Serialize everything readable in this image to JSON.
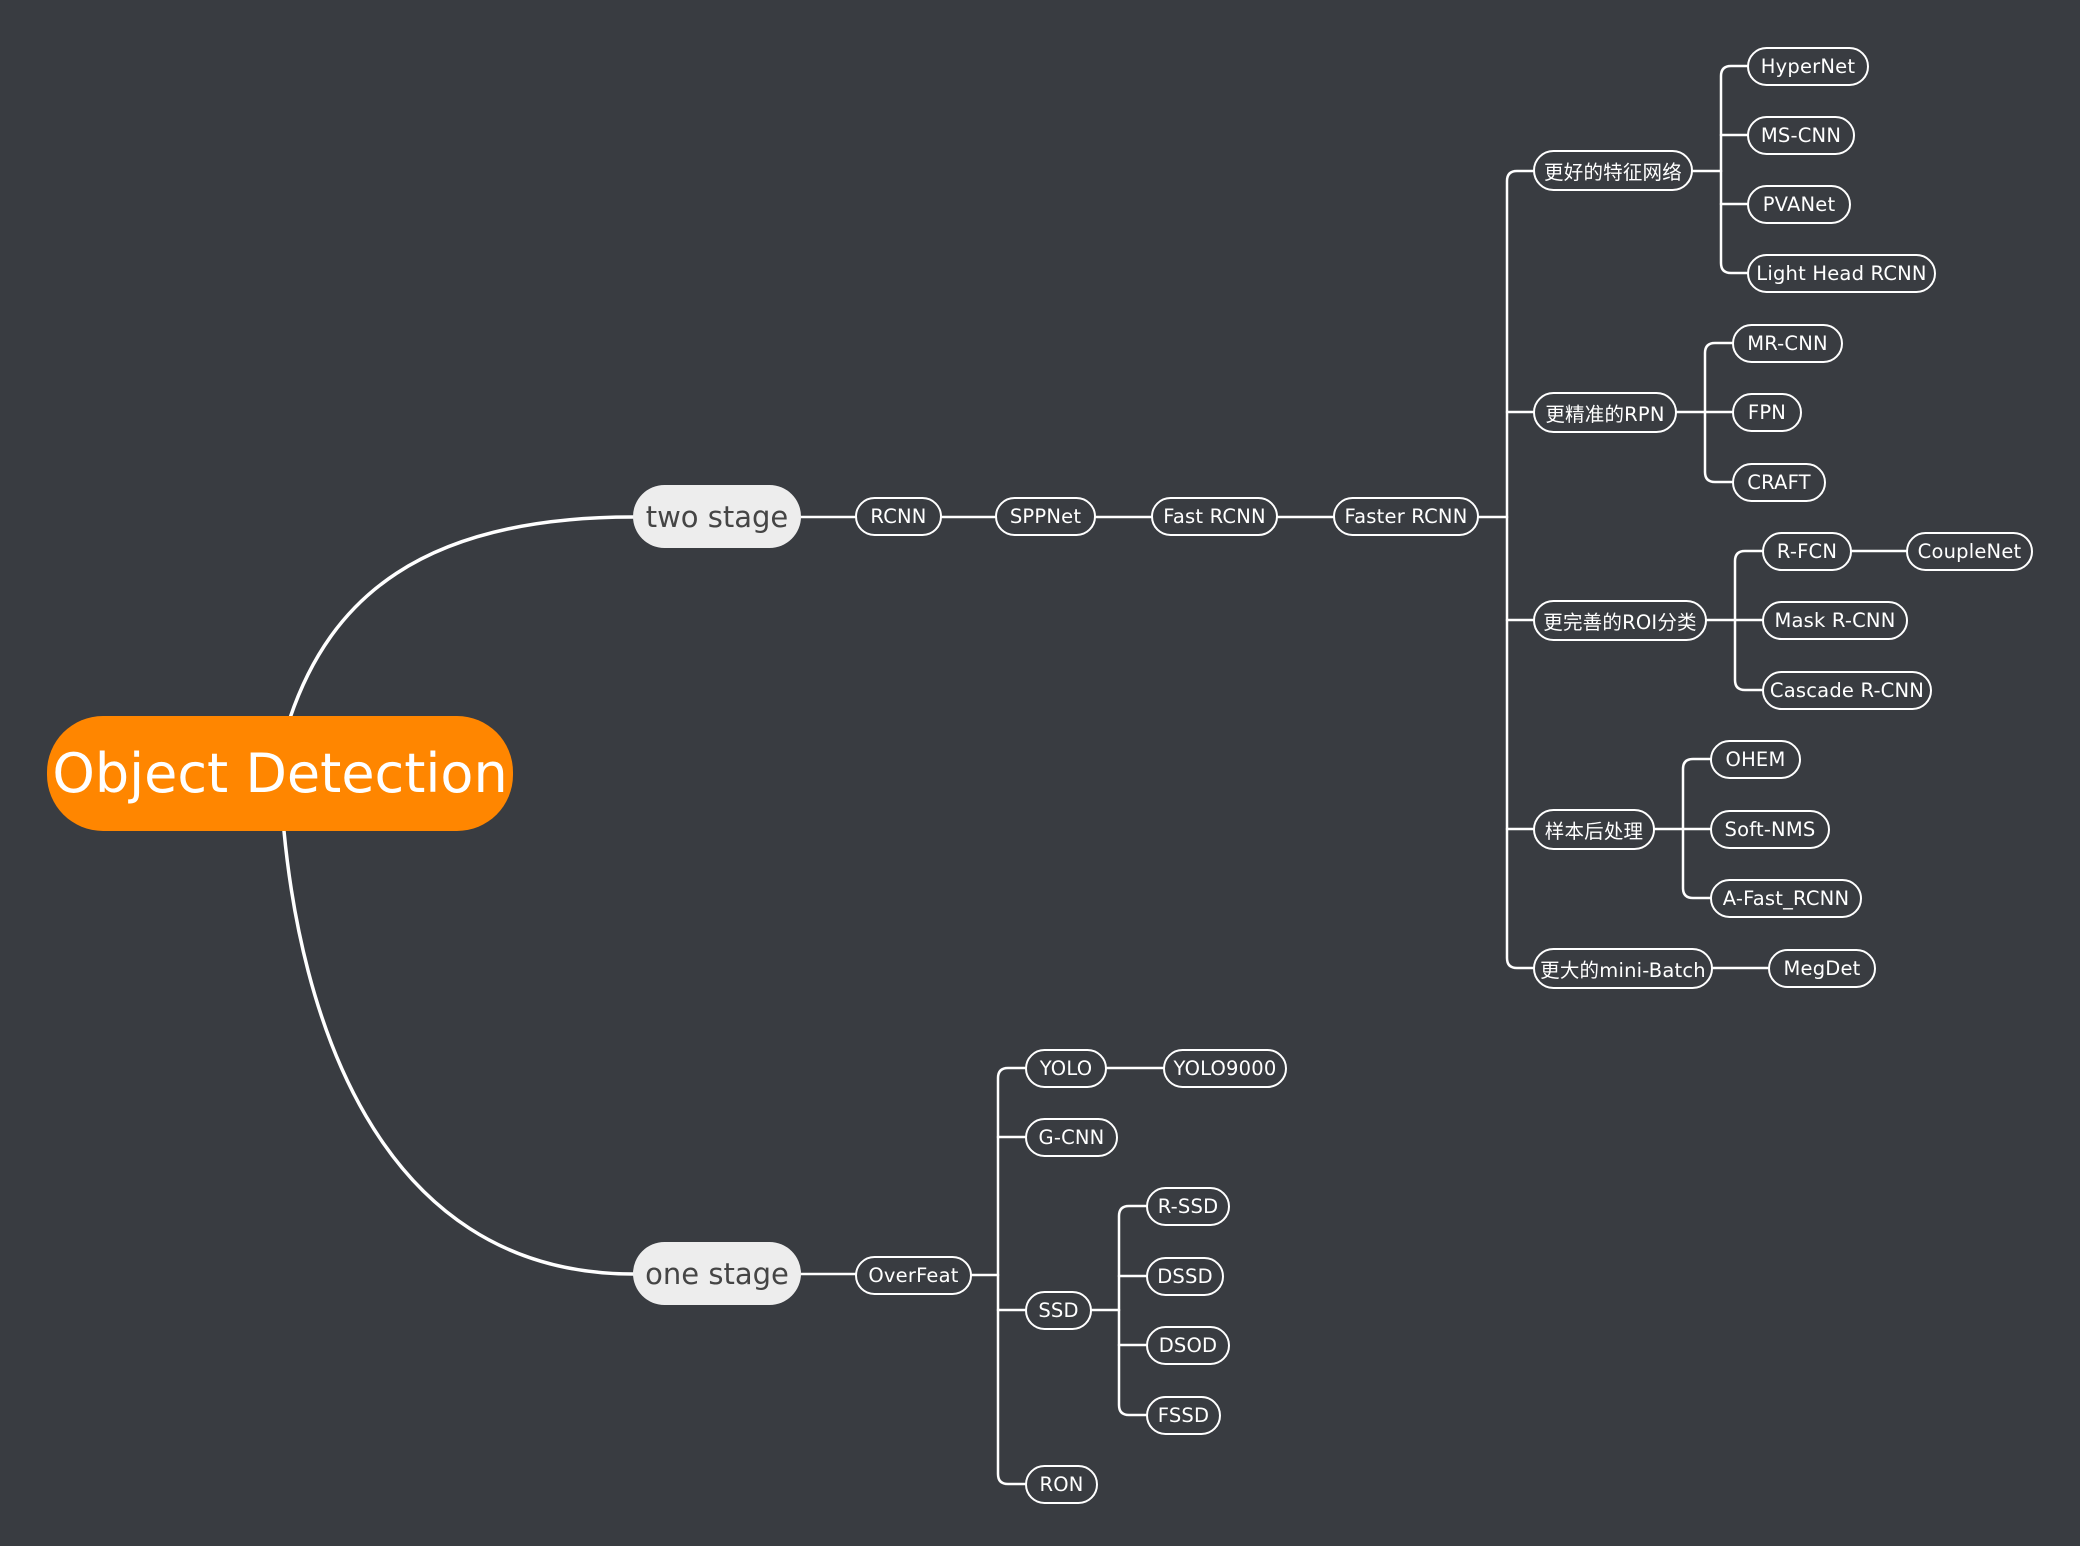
{
  "colors": {
    "background": "#393c41",
    "root": "#ff8600",
    "branch": "#ededed",
    "branch_text": "#454545",
    "line": "#ffffff"
  },
  "root": {
    "label": "Object Detection"
  },
  "branches": {
    "two_stage": {
      "label": "two stage",
      "chain": [
        "RCNN",
        "SPPNet",
        "Fast RCNN",
        "Faster RCNN"
      ],
      "groups": [
        {
          "label": "更好的特征网络",
          "children": [
            "HyperNet",
            "MS-CNN",
            "PVANet",
            "Light Head RCNN"
          ]
        },
        {
          "label": "更精准的RPN",
          "children": [
            "MR-CNN",
            "FPN",
            "CRAFT"
          ]
        },
        {
          "label": "更完善的ROI分类",
          "children": [
            "R-FCN",
            "Mask R-CNN",
            "Cascade R-CNN"
          ],
          "r_fcn_child": "CoupleNet"
        },
        {
          "label": "样本后处理",
          "children": [
            "OHEM",
            "Soft-NMS",
            "A-Fast_RCNN"
          ]
        },
        {
          "label": "更大的mini-Batch",
          "children": [
            "MegDet"
          ]
        }
      ]
    },
    "one_stage": {
      "label": "one stage",
      "chain": [
        "OverFeat"
      ],
      "groups": [
        {
          "label": "YOLO",
          "children": [
            "YOLO9000"
          ]
        },
        {
          "label": "G-CNN",
          "children": []
        },
        {
          "label": "SSD",
          "children": [
            "R-SSD",
            "DSSD",
            "DSOD",
            "FSSD"
          ]
        },
        {
          "label": "RON",
          "children": []
        }
      ]
    }
  }
}
